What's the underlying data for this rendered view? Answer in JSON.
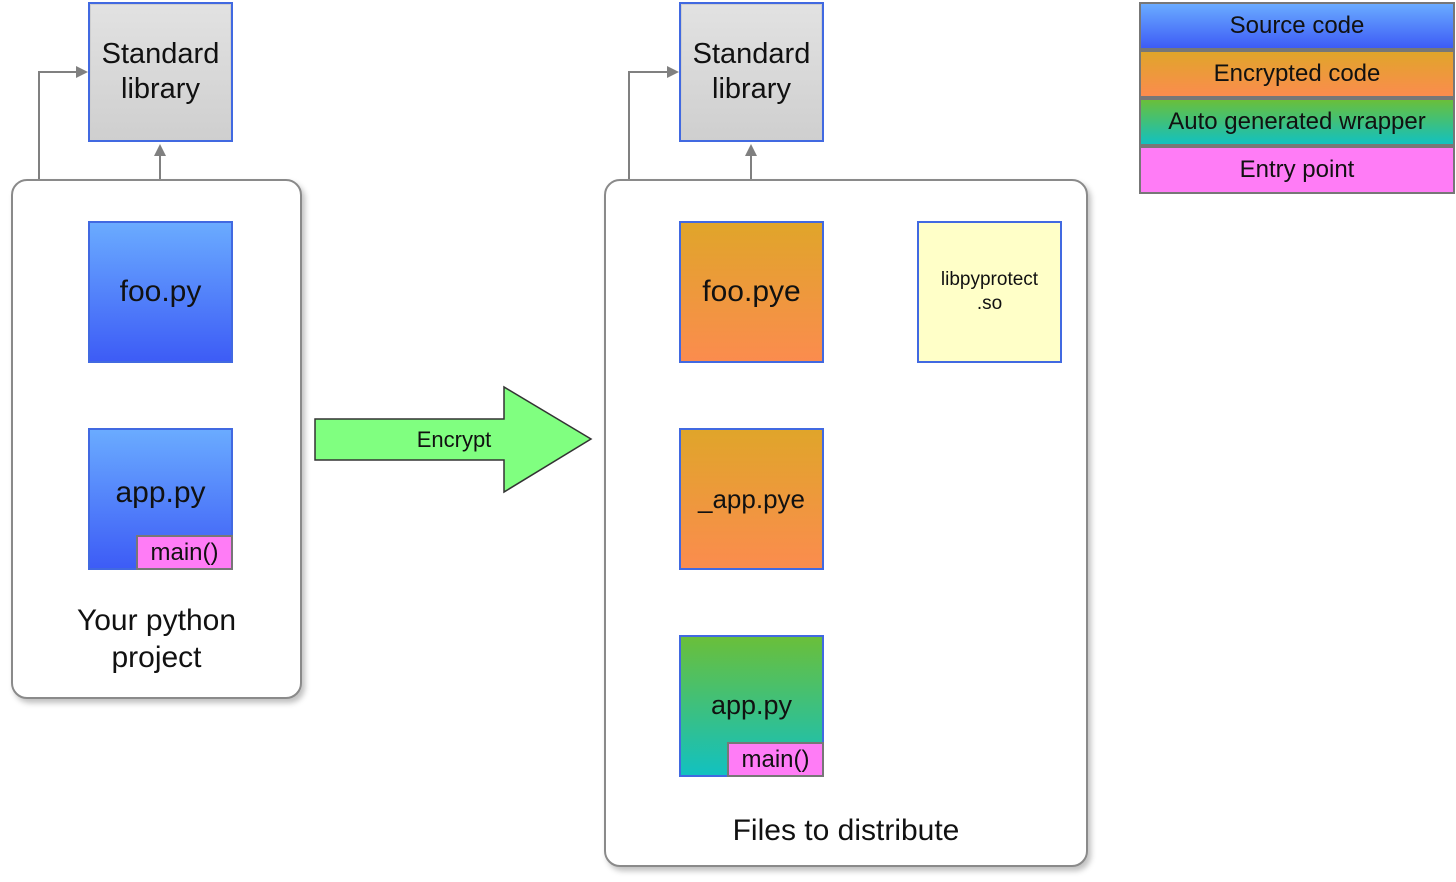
{
  "left_group": {
    "title": "Your python\nproject",
    "stdlib_label": "Standard\nlibrary",
    "foo_label": "foo.py",
    "app_label": "app.py",
    "entry_label": "main()"
  },
  "arrow": {
    "label": "Encrypt"
  },
  "right_group": {
    "title": "Files to distribute",
    "stdlib_label": "Standard\nlibrary",
    "foo_label": "foo.pye",
    "app_enc_label": "_app.pye",
    "app_label": "app.py",
    "entry_label": "main()",
    "lib_label": "libpyprotect\n.so"
  },
  "legend": {
    "items": [
      {
        "label": "Source code",
        "color": "#4f7ef9"
      },
      {
        "label": "Encrypted code",
        "color": "#f0983e"
      },
      {
        "label": "Auto generated wrapper",
        "color": "#35c07c"
      },
      {
        "label": "Entry point",
        "color": "#ff7cf6"
      }
    ]
  },
  "colors": {
    "box_border": "#4169e1",
    "connector": "#808080",
    "encrypt_arrow": "#80ff80"
  }
}
